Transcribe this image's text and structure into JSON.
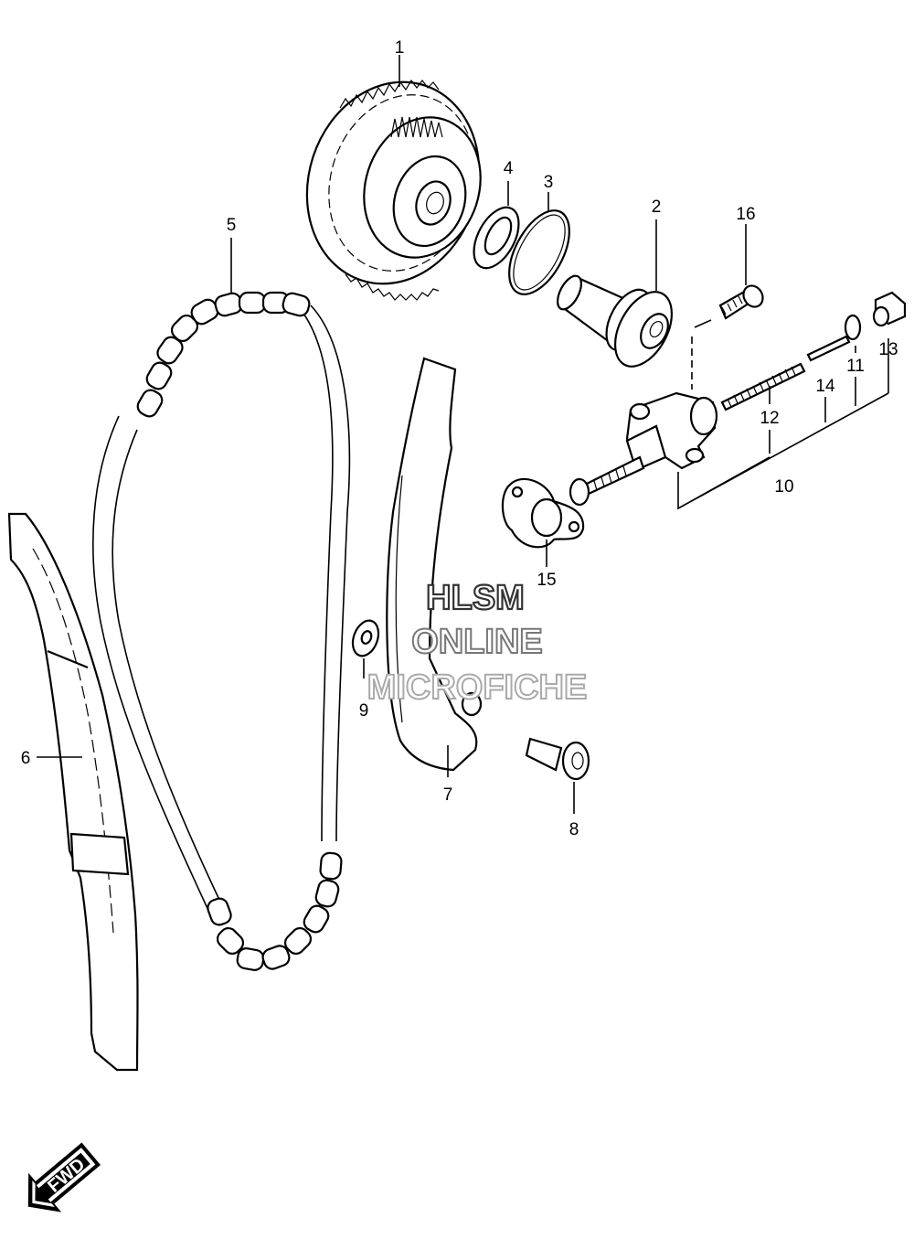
{
  "diagram": {
    "parts": [
      {
        "number": "1",
        "part": "cam-chain-drive-gear"
      },
      {
        "number": "2",
        "part": "idler-gear-shaft"
      },
      {
        "number": "3",
        "part": "o-ring"
      },
      {
        "number": "4",
        "part": "washer"
      },
      {
        "number": "5",
        "part": "cam-chain"
      },
      {
        "number": "6",
        "part": "rear-chain-guide"
      },
      {
        "number": "7",
        "part": "front-chain-tensioner-guide"
      },
      {
        "number": "8",
        "part": "guide-bolt"
      },
      {
        "number": "9",
        "part": "guide-washer"
      },
      {
        "number": "10",
        "part": "tensioner-adjuster-assembly"
      },
      {
        "number": "11",
        "part": "gasket-washer"
      },
      {
        "number": "12",
        "part": "tensioner-spring"
      },
      {
        "number": "13",
        "part": "adjuster-cap-bolt"
      },
      {
        "number": "14",
        "part": "spring-pin"
      },
      {
        "number": "15",
        "part": "tensioner-gasket"
      },
      {
        "number": "16",
        "part": "tensioner-bolt"
      }
    ],
    "watermark": [
      "HLSM",
      "ONLINE",
      "MICROFICHE"
    ],
    "direction_badge": "FWD"
  }
}
